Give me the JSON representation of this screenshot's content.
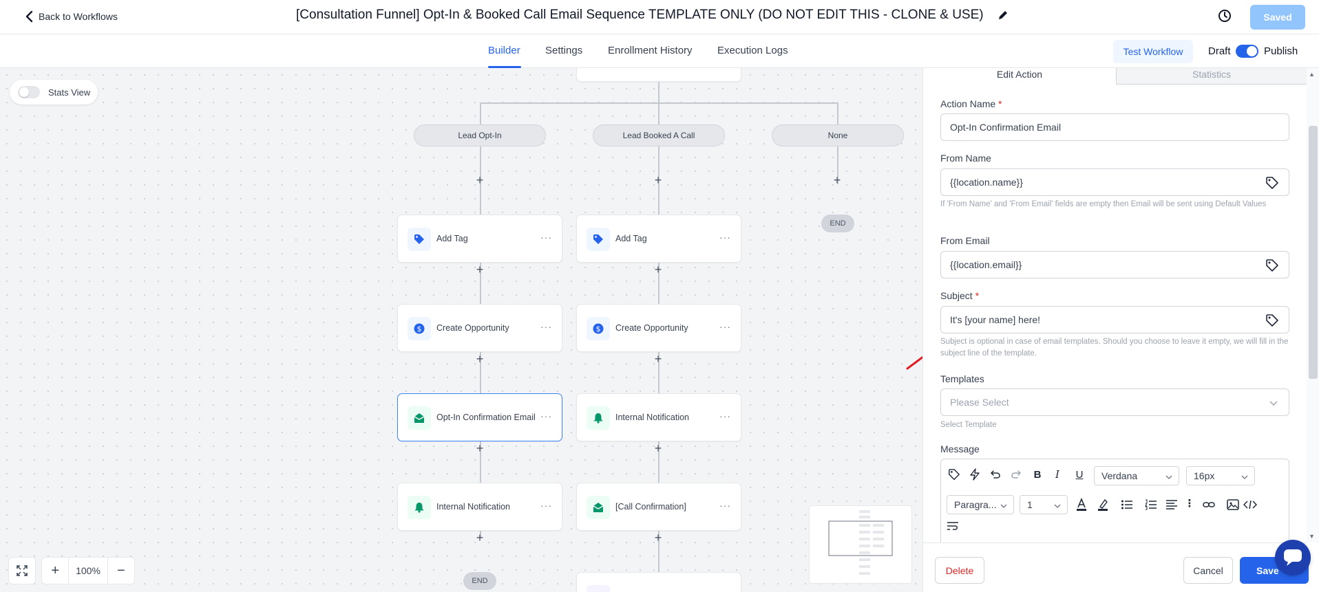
{
  "header": {
    "back_label": "Back to Workflows",
    "workflow_title": "[Consultation Funnel] Opt-In & Booked Call Email Sequence TEMPLATE ONLY (DO NOT EDIT THIS - CLONE & USE)",
    "saved_label": "Saved"
  },
  "tabs": {
    "builder": "Builder",
    "settings": "Settings",
    "enrollment_history": "Enrollment History",
    "execution_logs": "Execution Logs",
    "active": "Builder"
  },
  "actions": {
    "test_workflow": "Test Workflow",
    "draft": "Draft",
    "publish": "Publish",
    "publish_enabled": true
  },
  "canvas": {
    "stats_view_label": "Stats View",
    "stats_view_enabled": false,
    "branches": [
      "Lead Opt-In",
      "Lead Booked A Call",
      "None"
    ],
    "end_label": "END",
    "column1": [
      "Add Tag",
      "Create Opportunity",
      "Opt-In Confirmation Email",
      "Internal Notification"
    ],
    "column2": [
      "Add Tag",
      "Create Opportunity",
      "Internal Notification",
      "[Call Confirmation]"
    ],
    "selected_node": "Opt-In Confirmation Email",
    "zoom": "100%",
    "colors": {
      "tag": "#2563eb",
      "opportunity": "#2563eb",
      "email": "#059669",
      "notification": "#059669"
    }
  },
  "panel": {
    "tab_edit": "Edit Action",
    "tab_stats": "Statistics",
    "action_name_label": "Action Name",
    "action_name_value": "Opt-In Confirmation Email",
    "from_name_label": "From Name",
    "from_name_value": "{{location.name}}",
    "from_name_help": "If 'From Name' and 'From Email' fields are empty then Email will be sent using Default Values",
    "from_email_label": "From Email",
    "from_email_value": "{{location.email}}",
    "subject_label": "Subject",
    "subject_value": "It's [your name] here!",
    "subject_help": "Subject is optional in case of email templates. Should you choose to leave it empty, we will fill in the subject line of the template.",
    "templates_label": "Templates",
    "templates_placeholder": "Please Select",
    "templates_help": "Select Template",
    "message_label": "Message",
    "font_family": "Verdana",
    "font_size": "16px",
    "block_format": "Paragra...",
    "line_height": "1",
    "delete_label": "Delete",
    "cancel_label": "Cancel",
    "save_label": "Save"
  }
}
